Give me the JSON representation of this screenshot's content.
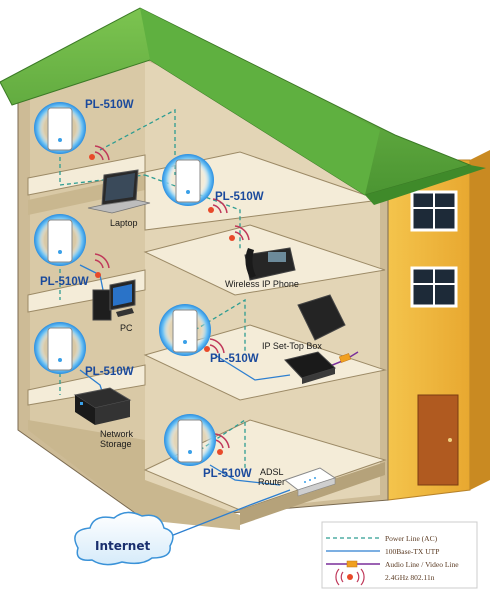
{
  "devices": {
    "adapter_name": "PL-510W",
    "laptop": "Laptop",
    "pc": "PC",
    "network_storage": "Network\nStorage",
    "wireless_ip_phone": "Wireless IP Phone",
    "ip_set_top_box": "IP Set-Top Box",
    "adsl_router": "ADSL\nRouter",
    "internet": "Internet"
  },
  "legend": {
    "power_line": "Power Line (AC)",
    "utp": "100Base-TX UTP",
    "av_line": "Audio Line / Video Line",
    "wifi": "2.4GHz 802.11n"
  },
  "colors": {
    "roof": "#5aa83c",
    "wall_tan": "#d9c9a6",
    "floor": "#f4ecd8",
    "side_building": "#f0b840",
    "door": "#b05a20",
    "power_line": "#2e9d92",
    "utp": "#2d7fd0",
    "av_line": "#7a2f9a",
    "wifi": "#c0395a",
    "adapter_ring": "#3aa0e8"
  }
}
